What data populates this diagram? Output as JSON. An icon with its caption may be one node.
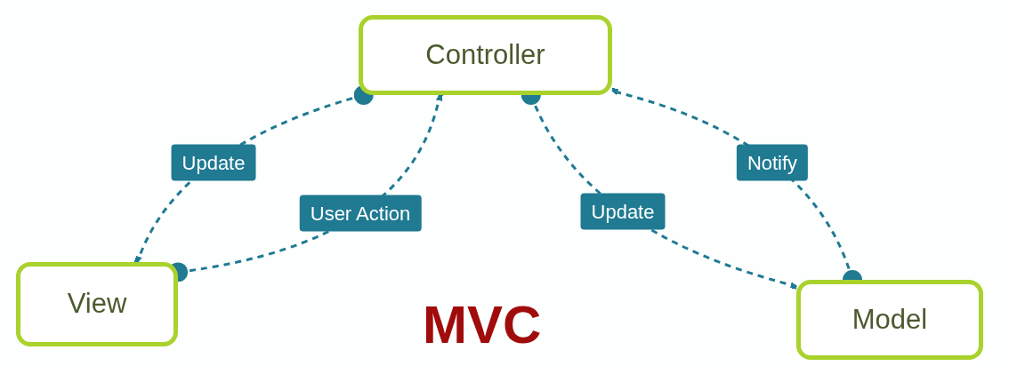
{
  "diagram": {
    "title": "MVC",
    "nodes": [
      {
        "text": [
          "Controller"
        ]
      },
      {
        "text": [
          "View"
        ]
      },
      {
        "text": [
          "Model"
        ]
      }
    ],
    "edges": [
      {
        "from": 0,
        "to": 1,
        "arrow": "to",
        "label": "Update",
        "style": "dashed"
      },
      {
        "from": 1,
        "to": 0,
        "arrow": "to",
        "label": "User Action",
        "style": "dashed"
      },
      {
        "from": 0,
        "to": 2,
        "arrow": "to",
        "label": "Update",
        "style": "dashed"
      },
      {
        "from": 2,
        "to": 0,
        "arrow": "to",
        "label": "Notify",
        "style": "dashed"
      }
    ]
  }
}
